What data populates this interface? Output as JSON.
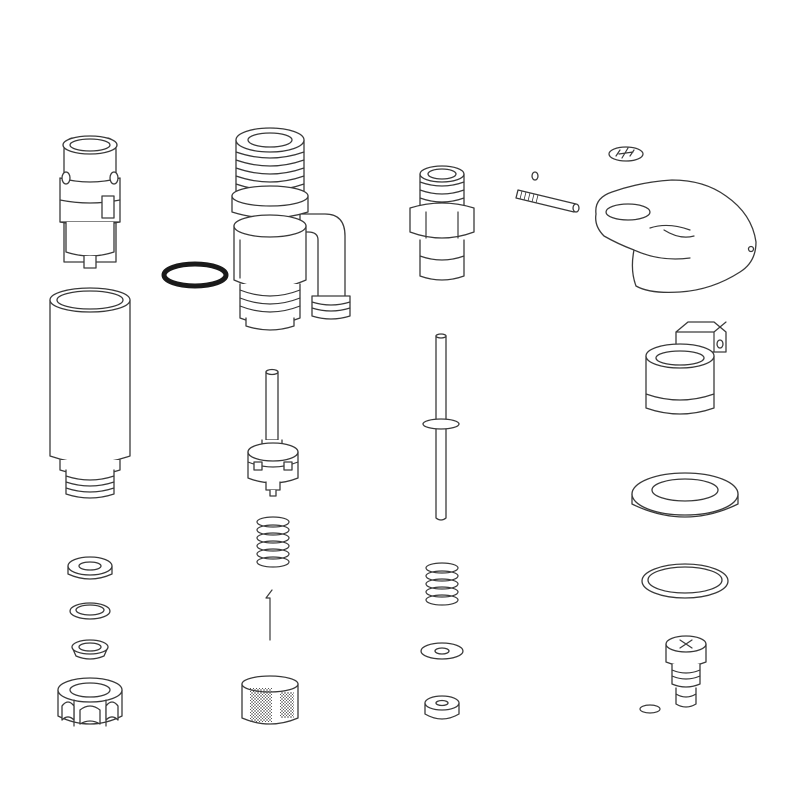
{
  "diagram": {
    "type": "exploded-parts-view",
    "background": "#ffffff",
    "line_color": "#3a3a3a",
    "parts": [
      {
        "id": "cartridge-top",
        "icon": "valve-cartridge"
      },
      {
        "id": "extension-tube",
        "icon": "threaded-extension"
      },
      {
        "id": "flat-washer-1",
        "icon": "washer"
      },
      {
        "id": "flat-washer-2",
        "icon": "washer"
      },
      {
        "id": "compression-ring",
        "icon": "olive-ring"
      },
      {
        "id": "compression-nut",
        "icon": "cap-nut"
      },
      {
        "id": "o-ring-large",
        "icon": "o-ring"
      },
      {
        "id": "valve-body",
        "icon": "valve-body"
      },
      {
        "id": "valve-stem",
        "icon": "stem"
      },
      {
        "id": "spring-1",
        "icon": "coil-spring"
      },
      {
        "id": "wire-pin",
        "icon": "pin"
      },
      {
        "id": "filter-sleeve",
        "icon": "mesh-filter"
      },
      {
        "id": "threaded-adapter",
        "icon": "hex-adapter"
      },
      {
        "id": "push-rod",
        "icon": "rod"
      },
      {
        "id": "spring-2",
        "icon": "coil-spring"
      },
      {
        "id": "washer-small",
        "icon": "washer"
      },
      {
        "id": "rubber-seal",
        "icon": "seal"
      },
      {
        "id": "set-screw",
        "icon": "screw"
      },
      {
        "id": "pin-threaded",
        "icon": "threaded-pin"
      },
      {
        "id": "handle-cap",
        "icon": "lever-handle"
      },
      {
        "id": "handle-logo",
        "icon": "logo-mark"
      },
      {
        "id": "handle-base",
        "icon": "handle-adapter"
      },
      {
        "id": "escutcheon",
        "icon": "cover-flange"
      },
      {
        "id": "gasket-ring",
        "icon": "gasket"
      },
      {
        "id": "aerator-insert",
        "icon": "aerator"
      },
      {
        "id": "small-clip",
        "icon": "retaining-clip"
      }
    ]
  }
}
